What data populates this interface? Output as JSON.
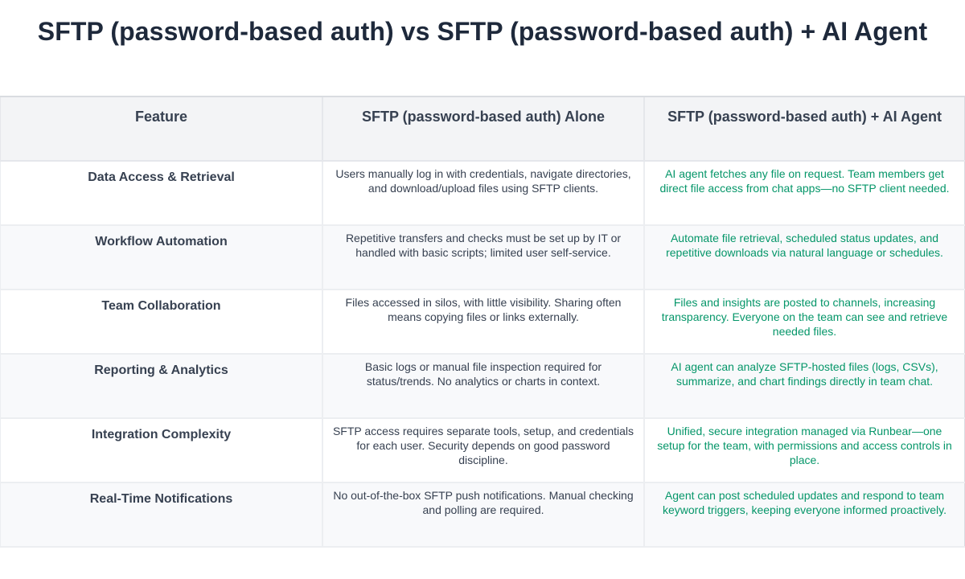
{
  "title": "SFTP (password-based auth) vs SFTP (password-based auth) + AI Agent",
  "colors": {
    "title": "#1e293b",
    "text": "#374151",
    "accent_green": "#059669",
    "header_bg": "#f3f4f6",
    "row_alt_bg": "#f8f9fb",
    "border": "#eceef1"
  },
  "table": {
    "headers": [
      "Feature",
      "SFTP (password-based auth) Alone",
      "SFTP (password-based auth) + AI Agent"
    ],
    "rows": [
      {
        "feature": "Data Access & Retrieval",
        "alone": "Users manually log in with credentials, navigate directories, and download/upload files using SFTP clients.",
        "agent": "AI agent fetches any file on request. Team members get direct file access from chat apps—no SFTP client needed."
      },
      {
        "feature": "Workflow Automation",
        "alone": "Repetitive transfers and checks must be set up by IT or handled with basic scripts; limited user self-service.",
        "agent": "Automate file retrieval, scheduled status updates, and repetitive downloads via natural language or schedules."
      },
      {
        "feature": "Team Collaboration",
        "alone": "Files accessed in silos, with little visibility. Sharing often means copying files or links externally.",
        "agent": "Files and insights are posted to channels, increasing transparency. Everyone on the team can see and retrieve needed files."
      },
      {
        "feature": "Reporting & Analytics",
        "alone": "Basic logs or manual file inspection required for status/trends. No analytics or charts in context.",
        "agent": "AI agent can analyze SFTP-hosted files (logs, CSVs), summarize, and chart findings directly in team chat."
      },
      {
        "feature": "Integration Complexity",
        "alone": "SFTP access requires separate tools, setup, and credentials for each user. Security depends on good password discipline.",
        "agent": "Unified, secure integration managed via Runbear—one setup for the team, with permissions and access controls in place."
      },
      {
        "feature": "Real-Time Notifications",
        "alone": "No out-of-the-box SFTP push notifications. Manual checking and polling are required.",
        "agent": "Agent can post scheduled updates and respond to team keyword triggers, keeping everyone informed proactively."
      }
    ]
  }
}
